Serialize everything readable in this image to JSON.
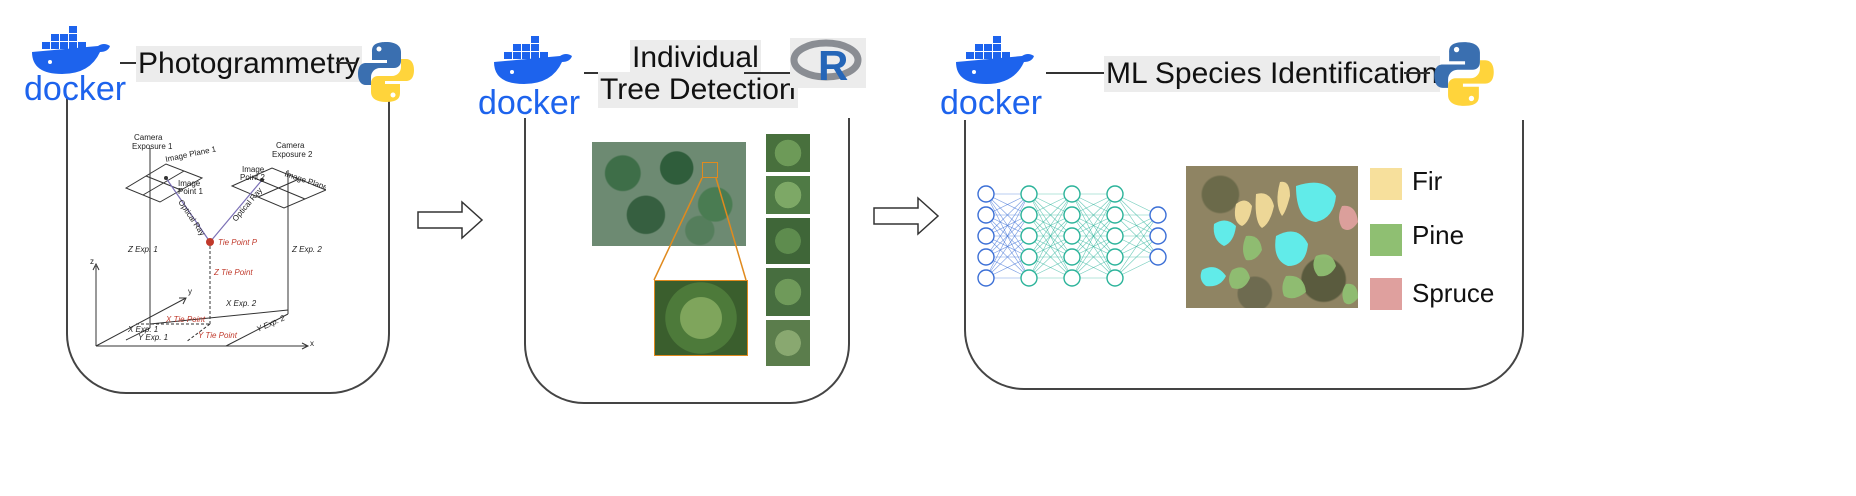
{
  "stages": [
    {
      "title": "Photogrammetry",
      "tool": "docker",
      "language": "python"
    },
    {
      "title_line1": "Individual",
      "title_line2": "Tree Detection",
      "tool": "docker",
      "language": "R"
    },
    {
      "title": "ML Species Identification",
      "tool": "docker",
      "language": "python"
    }
  ],
  "docker_word": "docker",
  "r_letter": "R",
  "photogrammetry_figure": {
    "camera1_line1": "Camera",
    "camera1_line2": "Exposure 1",
    "camera2_line1": "Camera",
    "camera2_line2": "Exposure 2",
    "image_plane1": "Image Plane 1",
    "image_plane2": "Image Plane 2",
    "image_point1_line1": "Image",
    "image_point1_line2": "Point 1",
    "image_point2_line1": "Image",
    "image_point2_line2": "Point 2",
    "optical_ray1": "Optical Ray",
    "optical_ray2": "Optical Ray",
    "tie_point": "Tie Point P",
    "z_exp1": "Z Exp. 1",
    "z_exp2": "Z Exp. 2",
    "z_tie": "Z Tie Point",
    "x_exp2": "X Exp. 2",
    "x_tie": "X Tie Point",
    "y_tie": "Y Tie Point",
    "x_exp1": "X Exp. 1",
    "y_exp1": "Y Exp. 1",
    "y_exp2": "Y Exp. 2",
    "axis_x": "x",
    "axis_y": "y",
    "axis_z": "z"
  },
  "legend": [
    {
      "label": "Fir",
      "color": "#f7e09c"
    },
    {
      "label": "Pine",
      "color": "#8fbf72"
    },
    {
      "label": "Spruce",
      "color": "#dfa09e"
    }
  ],
  "colors": {
    "docker_blue": "#1d63ed",
    "python_blue": "#3a6fb0",
    "python_yellow": "#ffd43b",
    "segment_cyan": "#5ff0f0",
    "network_blue": "#3b6fd6",
    "network_teal": "#2bb39a",
    "highlight_orange": "#e08a1e"
  },
  "network_layers": [
    5,
    5,
    5,
    5,
    3
  ]
}
